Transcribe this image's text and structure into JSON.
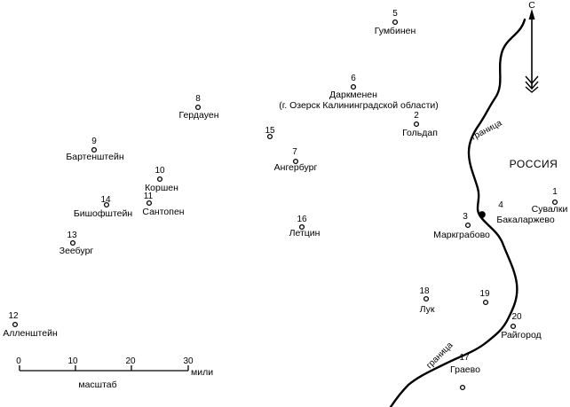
{
  "north_label": "С",
  "country_label": "РОССИЯ",
  "border_label": "граница",
  "scale": {
    "ticks": [
      "0",
      "10",
      "20",
      "30"
    ],
    "unit": "мили",
    "caption": "масштаб"
  },
  "places": [
    {
      "num": "1",
      "name": "Сувалки"
    },
    {
      "num": "2",
      "name": "Гольдап"
    },
    {
      "num": "3",
      "name": "Маркграбово"
    },
    {
      "num": "4",
      "name": "Бакаларжево"
    },
    {
      "num": "5",
      "name": "Гумбинен"
    },
    {
      "num": "6",
      "name": "Даркменен",
      "note": "(г. Озерск Калининградской области)"
    },
    {
      "num": "7",
      "name": "Ангербург"
    },
    {
      "num": "8",
      "name": "Гердауен"
    },
    {
      "num": "9",
      "name": "Бартенштейн"
    },
    {
      "num": "10",
      "name": "Коршен"
    },
    {
      "num": "11",
      "name": "Сантопен"
    },
    {
      "num": "12",
      "name": "Алленштейн"
    },
    {
      "num": "13",
      "name": "Зеебург"
    },
    {
      "num": "14",
      "name": "Бишофштейн"
    },
    {
      "num": "15",
      "name": ""
    },
    {
      "num": "16",
      "name": "Летцин"
    },
    {
      "num": "17",
      "name": "Граево"
    },
    {
      "num": "18",
      "name": "Лук"
    },
    {
      "num": "19",
      "name": ""
    },
    {
      "num": "20",
      "name": "Райгород"
    }
  ]
}
